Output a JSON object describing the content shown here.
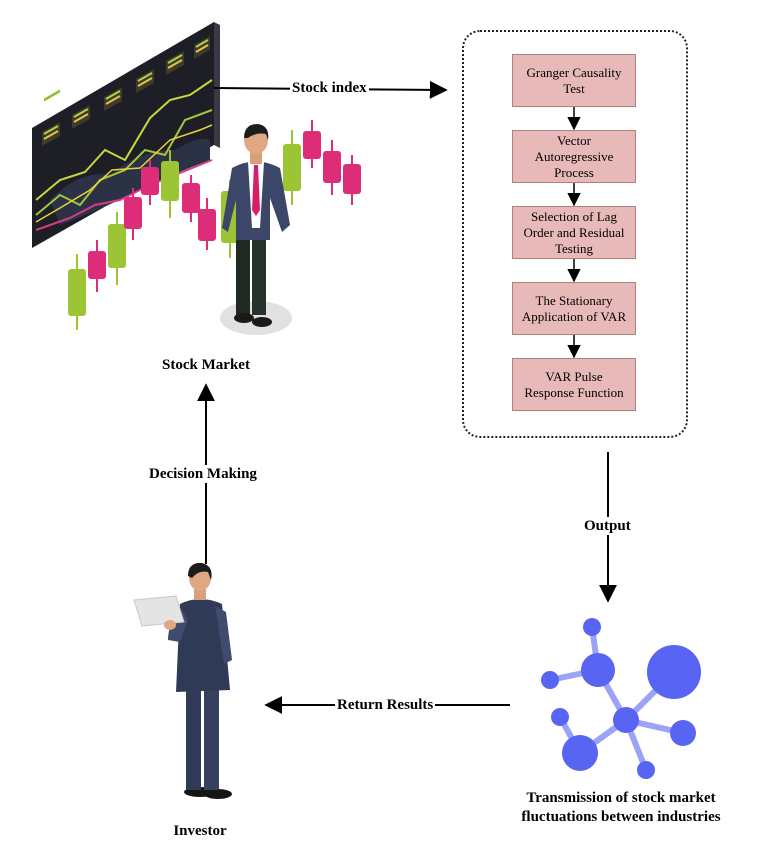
{
  "labels": {
    "stock_index": "Stock index",
    "output": "Output",
    "return_results": "Return Results",
    "decision_making": "Decision Making"
  },
  "nodes": {
    "stock_market": "Stock Market",
    "investor": "Investor",
    "transmission": "Transmission of stock market fluctuations between industries"
  },
  "process_steps": [
    "Granger Causality Test",
    "Vector Autoregressive Process",
    "Selection of Lag Order and Residual Testing",
    "The Stationary Application of VAR",
    "VAR Pulse Response Function"
  ],
  "colors": {
    "step_fill": "#e8b9b9",
    "network_node": "#5865f2",
    "network_edge": "#9aa3f7",
    "candle_green": "#9cc535",
    "candle_pink": "#dd2c78",
    "suit": "#2f3a56"
  }
}
